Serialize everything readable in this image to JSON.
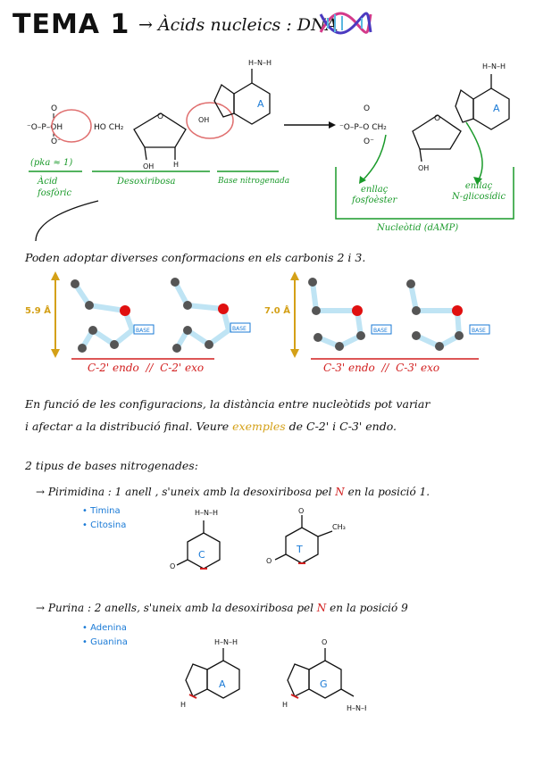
{
  "title": "TEMA 1",
  "subtitle": "→ Àcids nucleics : DNA",
  "labels": {
    "pka": "(pka ≈ 1)",
    "acid": "Àcid\nfosfòric",
    "sugar": "Desoxiribosa",
    "base": "Base nitrogenada",
    "phosphoester": "enllaç\nfosfoèster",
    "glycosidic": "enllaç\nN-glicosídic",
    "nucleotide": "Nucleòtid (dAMP)"
  },
  "conformations": {
    "intro": "Poden adoptar diverses conformacions en els carbonis 2 i 3.",
    "dist_left": "5.9 Å",
    "dist_right": "7.0 Å",
    "c2": "C-2' endo  //  C-2' exo",
    "c3": "C-3' endo  //  C-3' exo",
    "base_tag": "BASE"
  },
  "paragraph": {
    "line1": "En funció de les configuracions, la distància entre nucleòtids pot variar",
    "line2a": "i afectar a la distribució final. Veure ",
    "line2b": "exemples",
    "line2c": " de C-2' i C-3' endo."
  },
  "bases": {
    "heading": "2 tipus de bases nitrogenades:",
    "pyr_a": "→ Pirimidina : 1 anell , s'uneix amb la desoxiribosa pel ",
    "pyr_n": "N",
    "pyr_b": " en la posició 1.",
    "pyr_items": [
      "Timina",
      "Citosina"
    ],
    "pur_a": "→ Purina : 2 anells, s'uneix amb la desoxiribosa pel ",
    "pur_n": "N",
    "pur_b": " en la posició 9",
    "pur_items": [
      "Adenina",
      "Guanina"
    ],
    "letter_c": "C",
    "letter_t": "T",
    "letter_a": "A",
    "letter_g": "G"
  }
}
